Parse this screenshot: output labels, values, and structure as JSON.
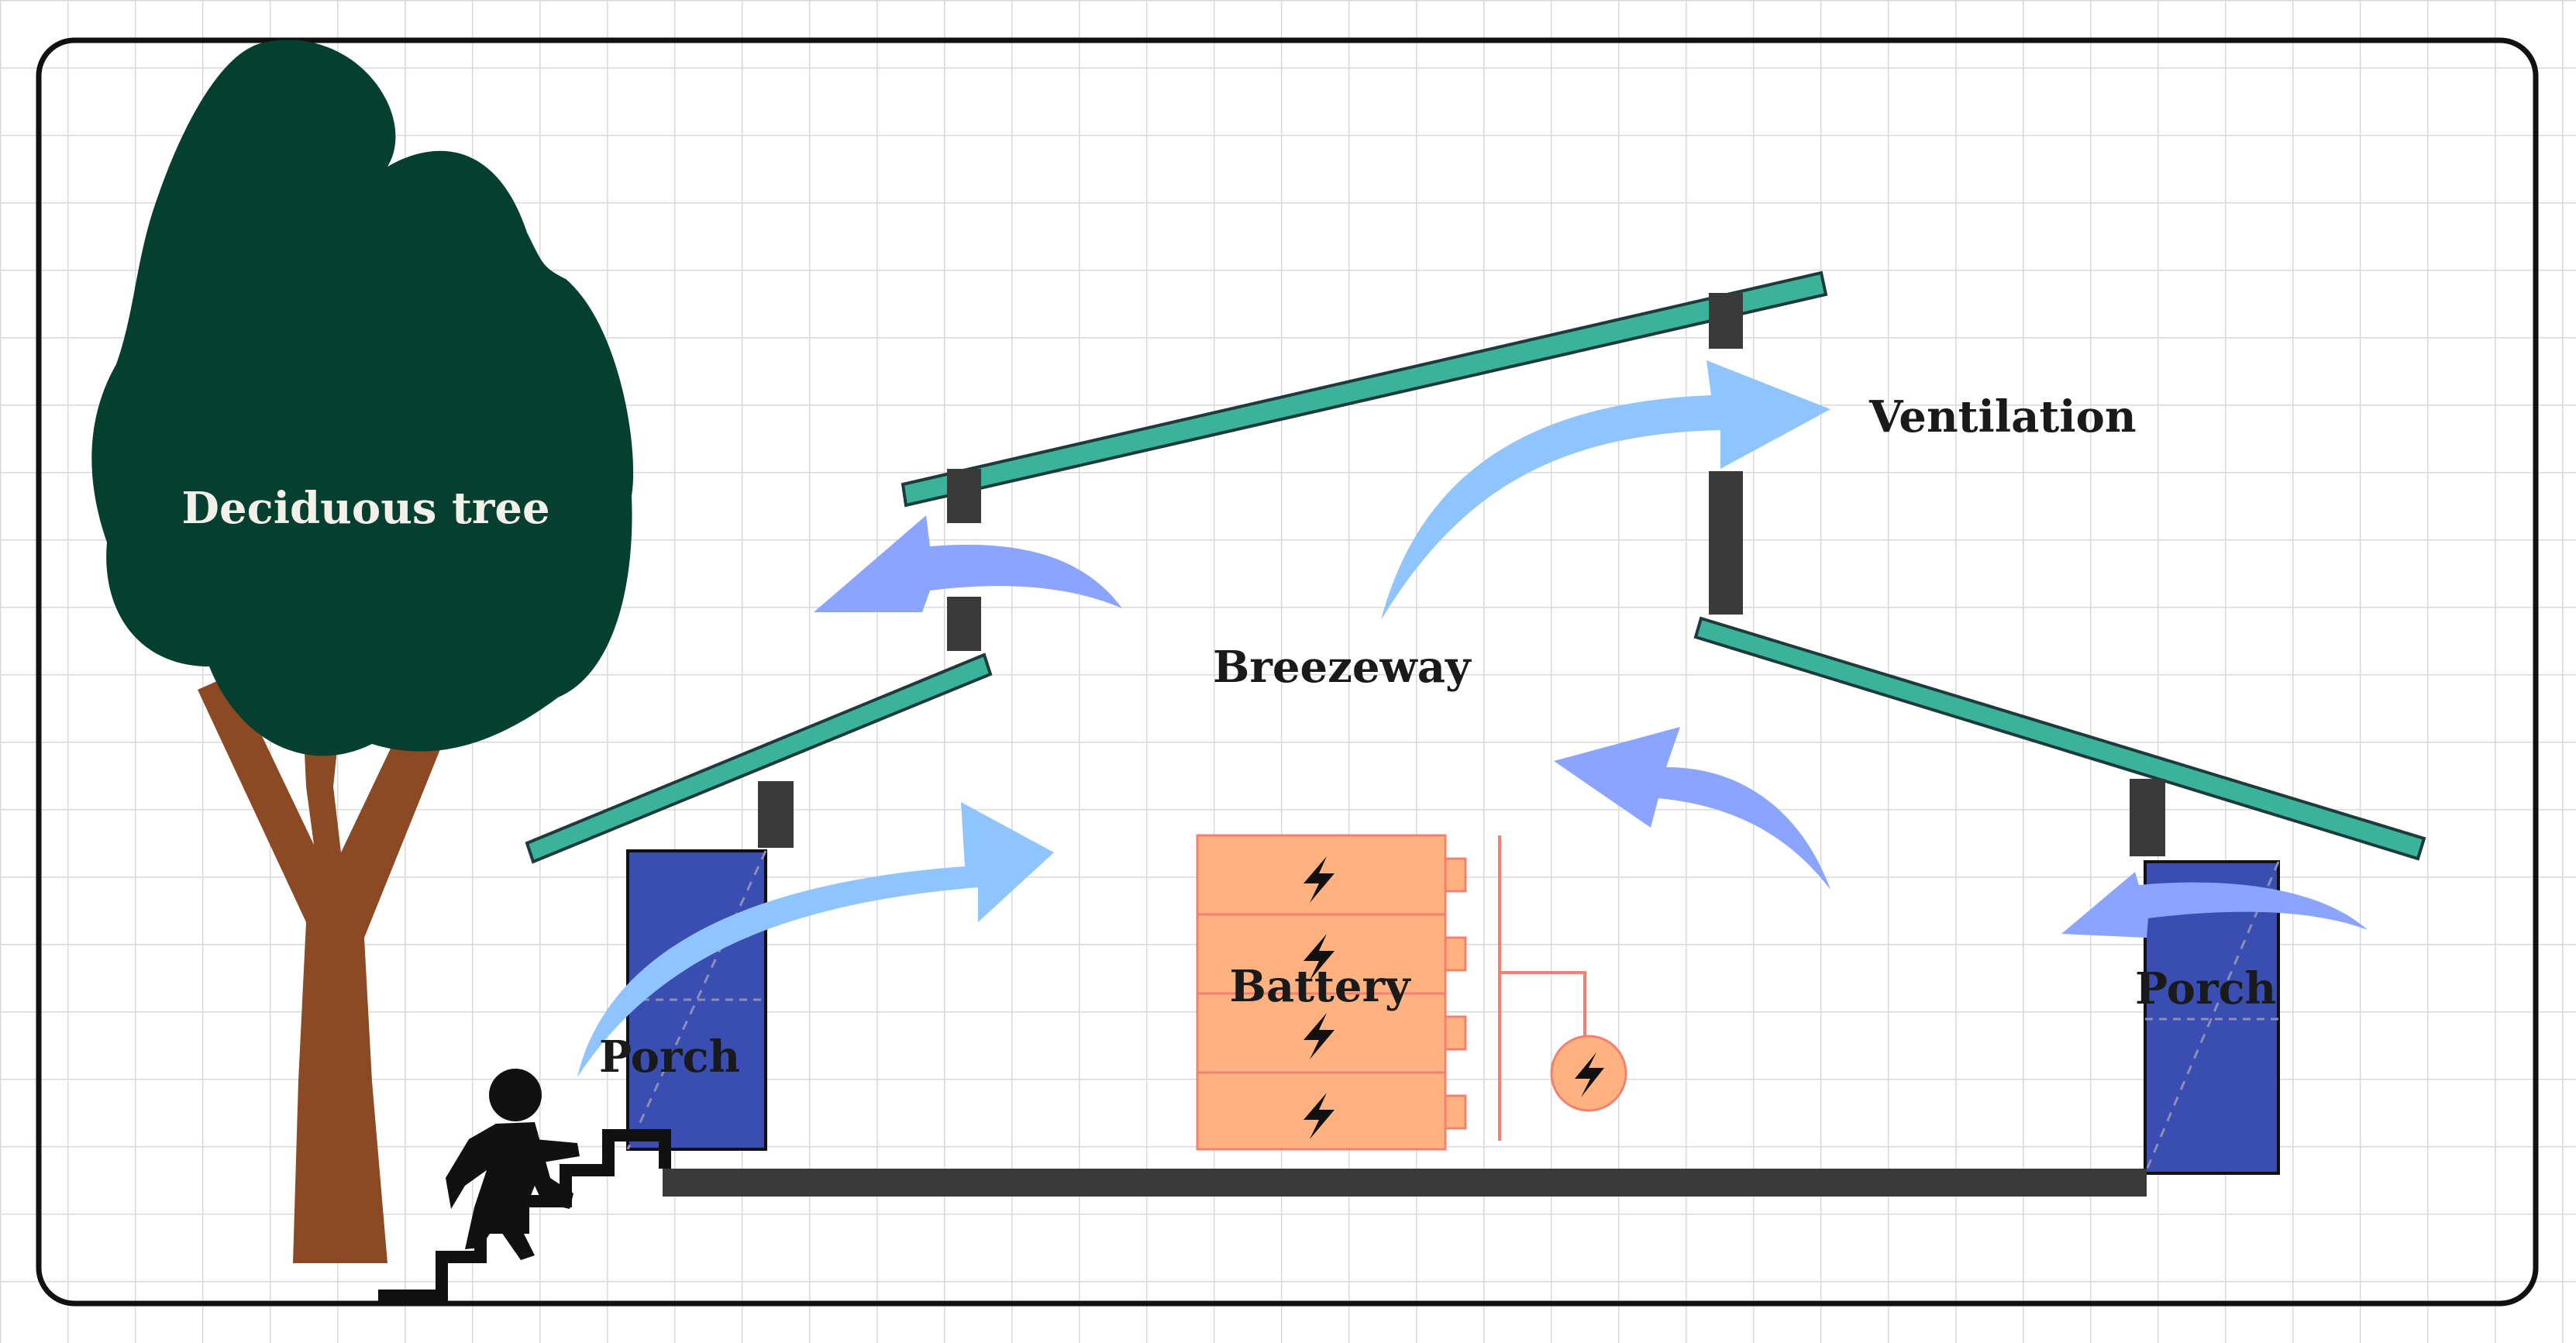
{
  "labels": {
    "tree": "Deciduous tree",
    "ventilation": "Ventilation",
    "breezeway": "Breezeway",
    "battery": "Battery",
    "porch_left": "Porch",
    "porch_right": "Porch"
  },
  "colors": {
    "roof": "#3BB39A",
    "roof_outline": "#1F3A3A",
    "tree_crown": "#053F30",
    "trunk": "#8B4A24",
    "porch": "#3A4DB0",
    "battery": "#FFB27F",
    "battery_outline": "#F08070",
    "arrow_light": "#8FC4FF",
    "arrow_mid": "#8AA4FF",
    "floor": "#3A3A3A",
    "grid": "#D9D9D9",
    "frame": "#111111"
  },
  "icons": {
    "person": "person-climbing-stairs-icon",
    "bolt": "lightning-bolt-icon",
    "stairs": "stairs-icon"
  }
}
